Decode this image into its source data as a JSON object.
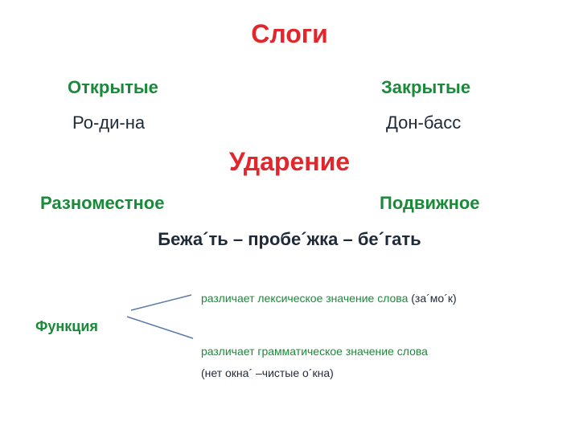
{
  "colors": {
    "accent_red": "#e3262b",
    "green": "#1a8a3a",
    "text_dark": "#1f2a38"
  },
  "title": "Слоги",
  "syllables": {
    "open_label": "Открытые",
    "open_example": "Ро-ди-на",
    "closed_label": "Закрытые",
    "closed_example": "Дон-басс"
  },
  "stress": {
    "title": "Ударение",
    "left_label": "Разноместное",
    "right_label": "Подвижное",
    "example": "Бежа´ть – пробе´жка – бе´гать"
  },
  "function": {
    "label": "Функция",
    "item1_text": "различает лексическое значение слова",
    "item1_example": "(за´мо´к)",
    "item2_text": "различает грамматическое значение слова",
    "item2_example": "(нет окна´ –чистые о´кна)"
  }
}
